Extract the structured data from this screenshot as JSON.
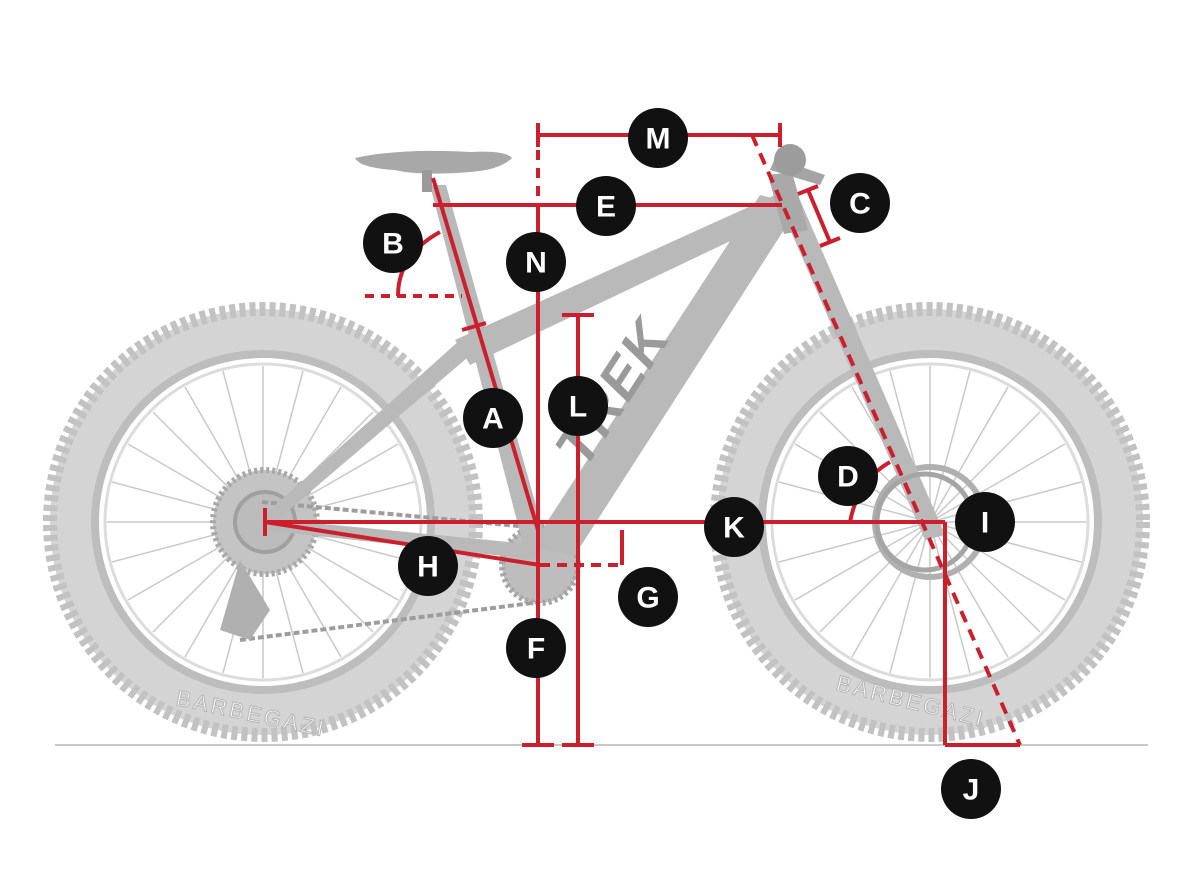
{
  "colors": {
    "measure_line": "#cc1f2d",
    "label_bg": "#111111",
    "label_text": "#ffffff",
    "frame": "#b8b8b8",
    "tyre": "#cfcfcf",
    "ground": "#c8c8c8"
  },
  "bike": {
    "brand_text": "TREK",
    "tyre_text": "BARBEGAZI"
  },
  "labels": {
    "A": "A",
    "B": "B",
    "C": "C",
    "D": "D",
    "E": "E",
    "F": "F",
    "G": "G",
    "H": "H",
    "I": "I",
    "J": "J",
    "K": "K",
    "L": "L",
    "M": "M",
    "N": "N"
  }
}
